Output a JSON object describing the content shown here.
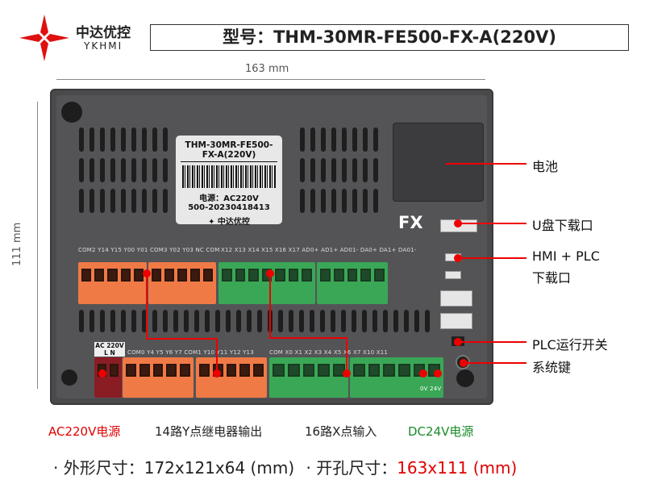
{
  "brand": {
    "name_cn": "中达优控",
    "name_en": "YKHMI"
  },
  "title": "型号：THM-30MR-FE500-FX-A(220V)",
  "dims": {
    "width": "163 mm",
    "height": "111 mm"
  },
  "sticker": {
    "model": "THM-30MR-FE500-FX-A(220V)",
    "power": "电源：AC220V",
    "serial": "500-20230418413",
    "brand": "中达优控"
  },
  "device_mark": "FX",
  "pins": {
    "top_left": "COM2 Y14 Y15 Y00 Y01  COM3 Y02 Y03 NC COM",
    "top_right": "X12 X13 X14 X15 X16 X17 AD0+  AD1+ AD01- DA0+ DA1+ DA01-",
    "ac": "AC 220V",
    "ac_ln": "L   N",
    "bottom_left": "COM0 Y4 Y5 Y6 Y7  COM1 Y10 Y11 Y12 Y13",
    "bottom_right": "COM X0 X1 X2 X3 X4 X5 X6 X7 X10 X11",
    "dc": "0V 24V"
  },
  "callouts": {
    "battery": "电池",
    "usb": "U盘下载口",
    "hmi1": "HMI + PLC",
    "hmi2": "下载口",
    "run_switch": "PLC运行开关",
    "sys_key": "系统键"
  },
  "bottom_labels": {
    "ac": "AC220V电源",
    "y_out": "14路Y点继电器输出",
    "x_in": "16路X点输入",
    "dc": "DC24V电源"
  },
  "specs": {
    "outer_label": "· 外形尺寸：",
    "outer_value": "172x121x64 (mm)",
    "cut_label": "· 开孔尺寸：",
    "cut_value": "163x111 (mm)"
  },
  "colors": {
    "accent": "#e00000",
    "green": "#1a8a2a"
  }
}
